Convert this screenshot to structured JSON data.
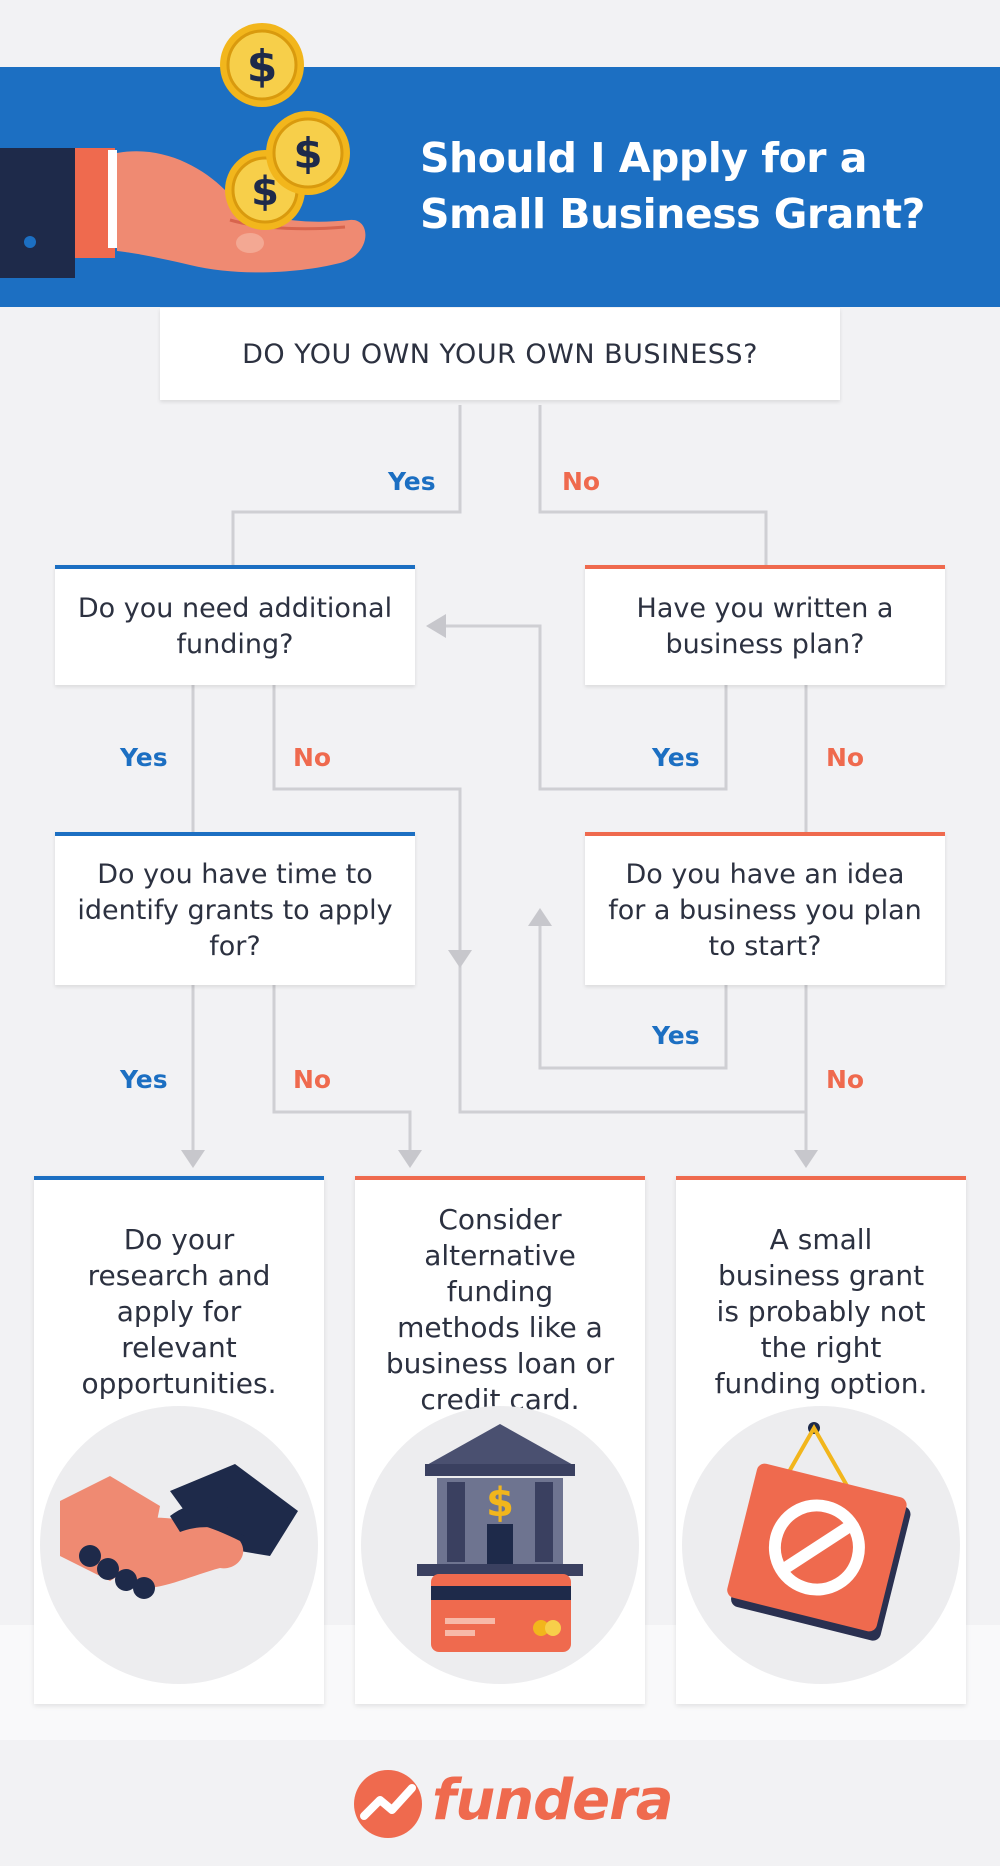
{
  "header": {
    "title_line1": "Should I Apply for a",
    "title_line2": "Small Business Grant?"
  },
  "questions": {
    "q1": "DO YOU OWN YOUR OWN BUSINESS?",
    "q2": "Do you need additional funding?",
    "q3": "Have you written a business plan?",
    "q4": "Do you have time to identify grants to apply for?",
    "q5": "Do you have an idea for a business you plan to start?"
  },
  "labels": {
    "yes": "Yes",
    "no": "No"
  },
  "outcomes": {
    "research": "Do your research and apply for relevant opportunities.",
    "alternative": "Consider alternative funding methods like a business loan or credit card.",
    "not_right": "A small business grant is probably not the right funding option."
  },
  "icons": {
    "bank_symbol": "$",
    "coin_symbol": "$"
  },
  "brand": {
    "name": "fundera"
  },
  "colors": {
    "blue": "#1c6fc2",
    "orange": "#ef6a4e",
    "navy": "#1e2a4a",
    "gold": "#f2b61c"
  }
}
